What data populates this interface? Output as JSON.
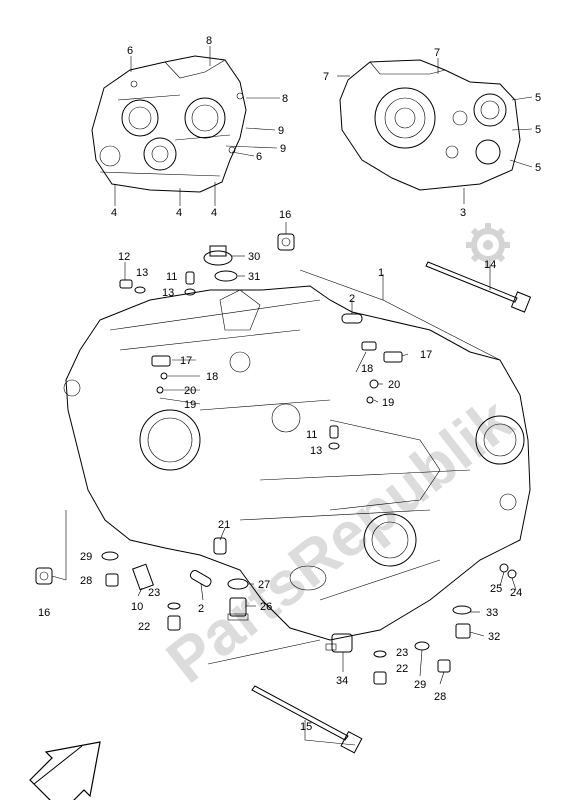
{
  "watermark": {
    "text": "PartsRepublik",
    "gear_icon": "gear-icon"
  },
  "callouts": {
    "c1": "1",
    "c2a": "2",
    "c2b": "2",
    "c3": "3",
    "c4a": "4",
    "c4b": "4",
    "c4c": "4",
    "c5a": "5",
    "c5b": "5",
    "c5c": "5",
    "c6a": "6",
    "c6b": "6",
    "c7a": "7",
    "c7b": "7",
    "c8a": "8",
    "c8b": "8",
    "c9a": "9",
    "c9b": "9",
    "c10": "10",
    "c11a": "11",
    "c11b": "11",
    "c12": "12",
    "c13a": "13",
    "c13b": "13",
    "c13c": "13",
    "c14": "14",
    "c15": "15",
    "c16a": "16",
    "c16b": "16",
    "c17a": "17",
    "c17b": "17",
    "c18a": "18",
    "c18b": "18",
    "c19a": "19",
    "c19b": "19",
    "c20a": "20",
    "c20b": "20",
    "c21": "21",
    "c22a": "22",
    "c22b": "22",
    "c23a": "23",
    "c23b": "23",
    "c24": "24",
    "c25": "25",
    "c26": "26",
    "c27": "27",
    "c28a": "28",
    "c28b": "28",
    "c29a": "29",
    "c29b": "29",
    "c30": "30",
    "c31": "31",
    "c32": "32",
    "c33": "33",
    "c34": "34"
  },
  "direction_arrow": "front-arrow-icon"
}
